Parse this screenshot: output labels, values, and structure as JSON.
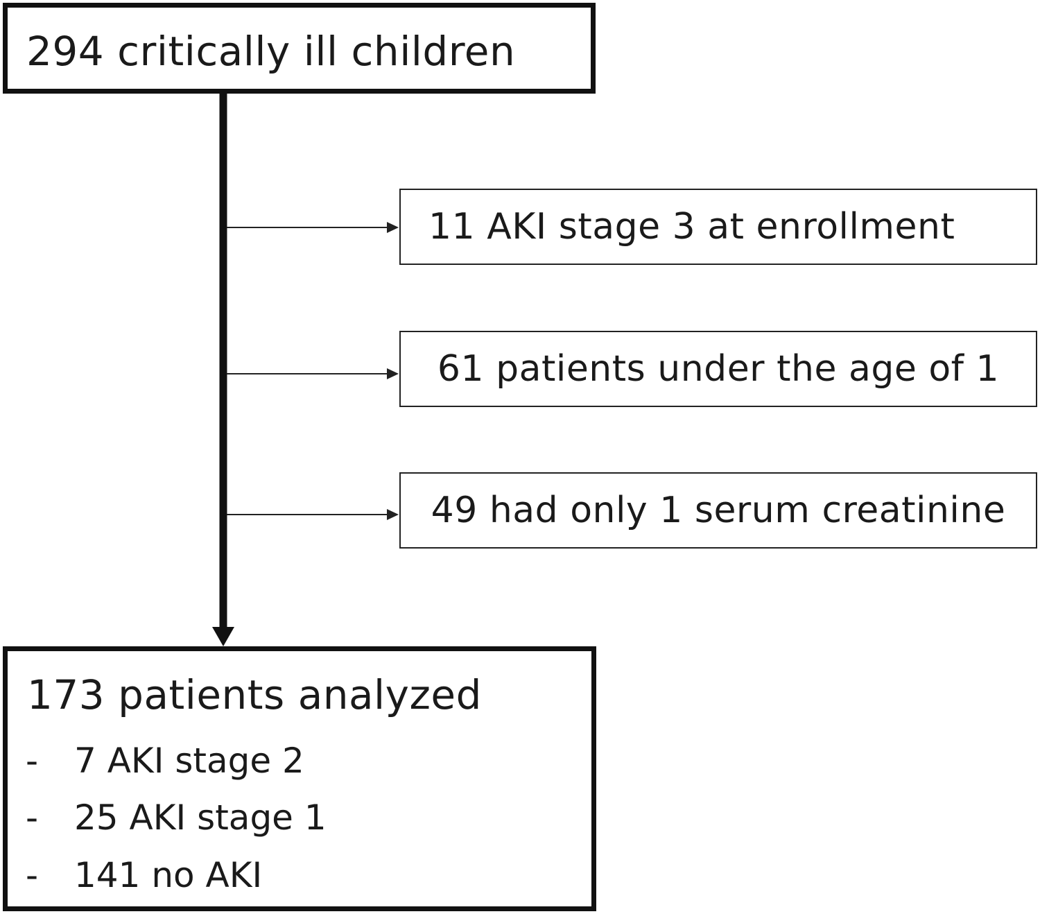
{
  "flowchart": {
    "start": "294 critically ill children",
    "exclusions": [
      "11 AKI stage 3 at enrollment",
      "61 patients under the age of 1",
      "49 had only 1 serum creatinine"
    ],
    "result": {
      "title": "173 patients analyzed",
      "breakdown": [
        {
          "bullet": "-",
          "text": "7 AKI stage 2"
        },
        {
          "bullet": "-",
          "text": "25 AKI stage 1"
        },
        {
          "bullet": "-",
          "text": "141 no AKI"
        }
      ]
    }
  },
  "colors": {
    "stroke": "#111111",
    "text": "#1a1a1a",
    "background": "#ffffff"
  }
}
